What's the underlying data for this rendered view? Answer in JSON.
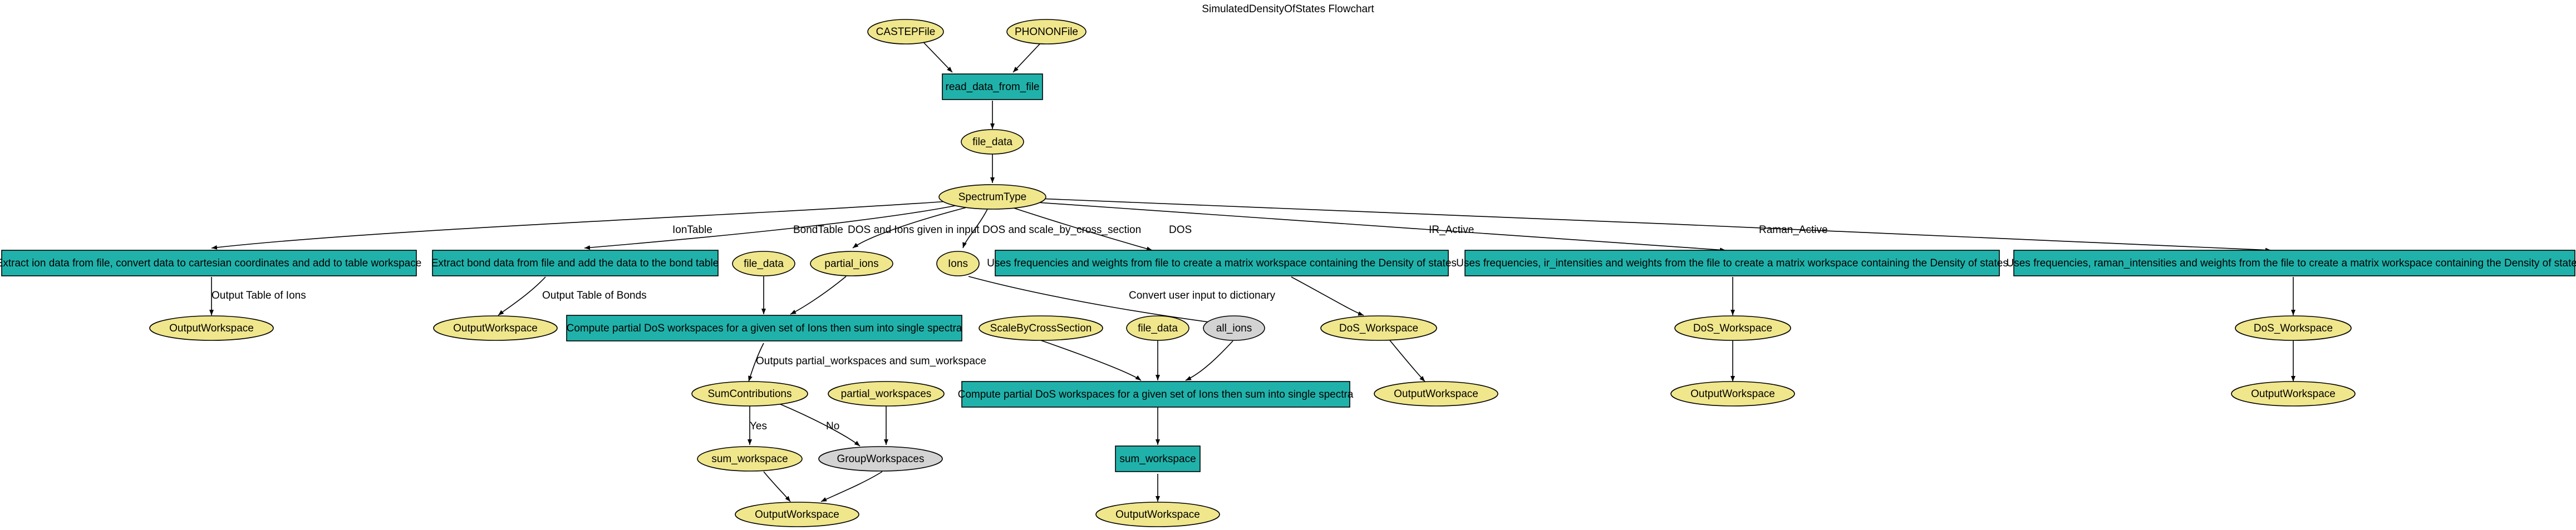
{
  "title": "SimulatedDensityOfStates Flowchart",
  "colors": {
    "ellipse_fill": "#f0e68c",
    "process_fill": "#20b2aa",
    "gray_fill": "#d3d3d3",
    "stroke": "#000000"
  },
  "nodes": {
    "castep_file": "CASTEPFile",
    "phonon_file": "PHONONFile",
    "read_data": "read_data_from_file",
    "file_data": "file_data",
    "spectrum_type": "SpectrumType",
    "extract_ion": "Extract ion data from file, convert data to cartesian coordinates and add to table workspace",
    "extract_bond": "Extract bond data from file and add the data to the bond table",
    "file_data_2": "file_data",
    "partial_ions": "partial_ions",
    "ions": "Ions",
    "uses_freq_dos": "Uses frequencies and weights from file to create a matrix workspace containing the Density of states",
    "uses_freq_ir": "Uses frequencies, ir_intensities and weights from the file to create a matrix workspace containing the Density of states",
    "uses_freq_raman": "Uses frequencies, raman_intensities and weights from the file to create a matrix workspace containing the Density of states",
    "out_ion_table": "OutputWorkspace",
    "out_bond_table": "OutputWorkspace",
    "compute_partial_1": "Compute partial DoS workspaces for a given set of Ions then sum into single spectra",
    "all_ions": "all_ions",
    "scale_by_cross_section": "ScaleByCrossSection",
    "file_data_3": "file_data",
    "dos_ws_1": "DoS_Workspace",
    "dos_ws_2": "DoS_Workspace",
    "dos_ws_3": "DoS_Workspace",
    "out_dos_1": "OutputWorkspace",
    "out_dos_2": "OutputWorkspace",
    "out_dos_3": "OutputWorkspace",
    "sum_contributions": "SumContributions",
    "partial_workspaces": "partial_workspaces",
    "compute_partial_2": "Compute partial DoS workspaces for a given set of Ions then sum into single spectra",
    "sum_workspace_1": "sum_workspace",
    "group_workspaces": "GroupWorkspaces",
    "out_sum_1": "OutputWorkspace",
    "sum_workspace_2": "sum_workspace",
    "out_sum_2": "OutputWorkspace"
  },
  "edge_labels": {
    "ion_table": "IonTable",
    "bond_table": "BondTable",
    "dos_ions_input": "DOS and Ions given in input",
    "dos_scale": "DOS and scale_by_cross_section",
    "dos": "DOS",
    "ir_active": "IR_Active",
    "raman_active": "Raman_Active",
    "output_table_ions": "Output Table of Ions",
    "output_table_bonds": "Output Table of Bonds",
    "convert_user_input": "Convert user input to dictionary",
    "outputs_partial": "Outputs partial_workspaces and sum_workspace",
    "yes": "Yes",
    "no": "No"
  }
}
